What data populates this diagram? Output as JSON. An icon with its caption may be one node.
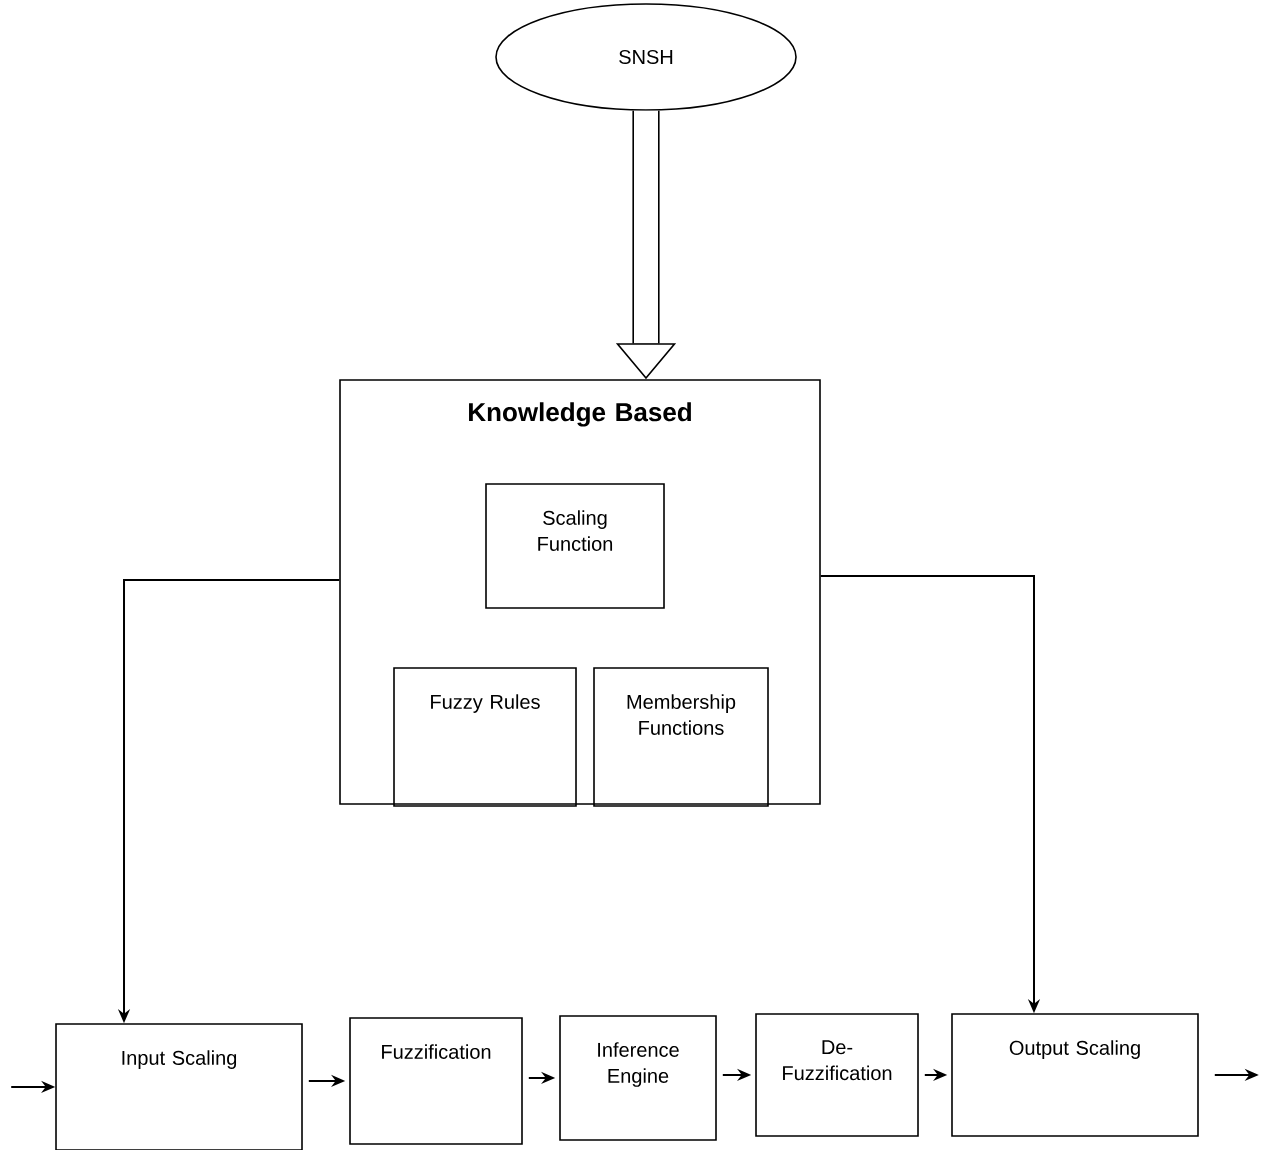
{
  "diagram": {
    "nodes": [
      {
        "text": [
          "SNSH"
        ]
      },
      {
        "text": [
          "Knowledge Based"
        ]
      },
      {
        "text": [
          "Scaling Function"
        ],
        "in": 1
      },
      {
        "text": [
          "Fuzzy Rules"
        ],
        "in": 1
      },
      {
        "text": [
          "Membership Functions"
        ],
        "in": 1
      },
      {
        "text": [
          "Input Scaling"
        ]
      },
      {
        "text": [
          "Fuzzification"
        ]
      },
      {
        "text": [
          "Inference Engine"
        ]
      },
      {
        "text": [
          "De-Fuzzification"
        ]
      },
      {
        "text": [
          "Output Scaling"
        ]
      }
    ],
    "edges": [
      {
        "from": 0,
        "to": 1,
        "arrow": "to",
        "style": "thick"
      },
      {
        "from": 1,
        "to": 5,
        "arrow": "to"
      },
      {
        "from": 1,
        "to": 9,
        "arrow": "to"
      },
      {
        "from": null,
        "to": 5,
        "arrow": "to"
      },
      {
        "from": 5,
        "to": 6,
        "arrow": "to"
      },
      {
        "from": 6,
        "to": 7,
        "arrow": "to"
      },
      {
        "from": 7,
        "to": 8,
        "arrow": "to"
      },
      {
        "from": 8,
        "to": 9,
        "arrow": "to"
      },
      {
        "from": 9,
        "to": null,
        "arrow": "to"
      }
    ]
  }
}
